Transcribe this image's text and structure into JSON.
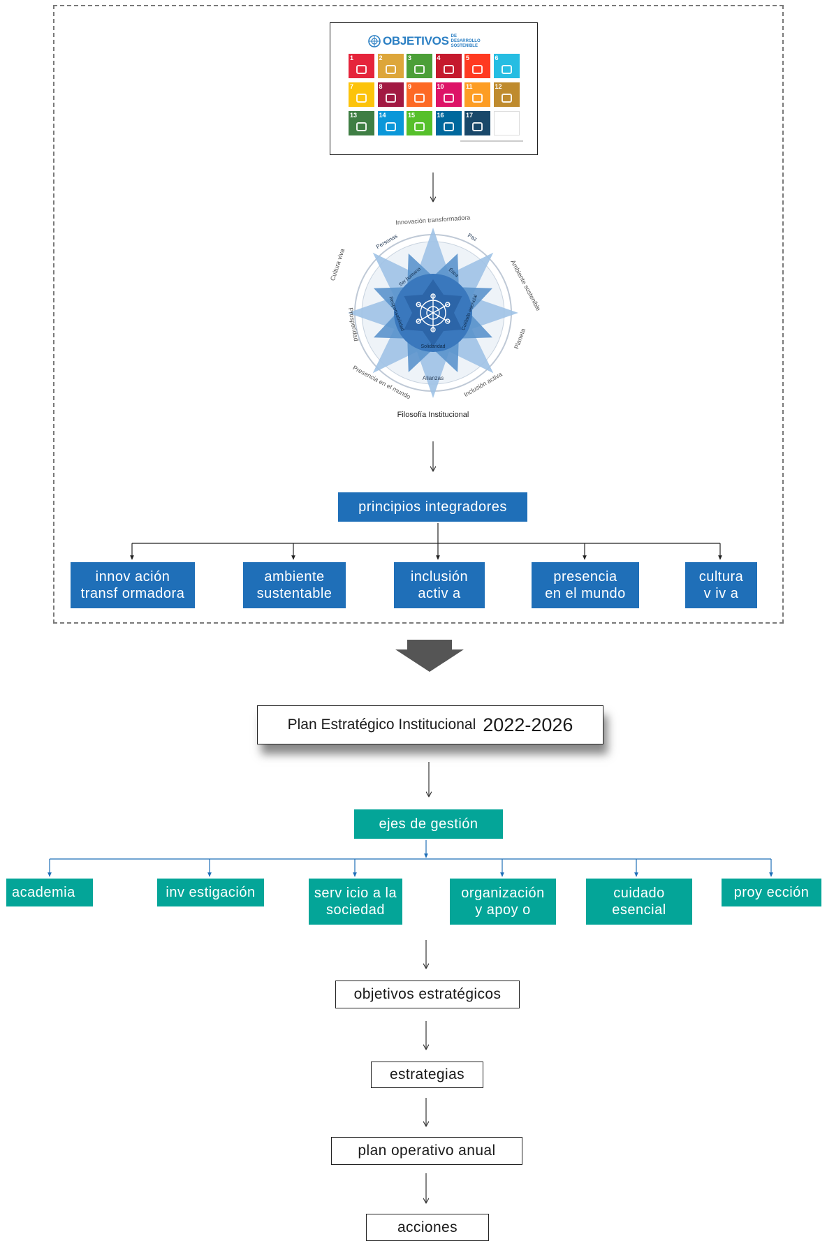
{
  "sdg_panel": {
    "title": "OBJETIVOS",
    "subtitle": "DE DESARROLLO SOSTENIBLE",
    "tiles": [
      {
        "n": "1",
        "color": "#e5243b"
      },
      {
        "n": "2",
        "color": "#dda63a"
      },
      {
        "n": "3",
        "color": "#4c9f38"
      },
      {
        "n": "4",
        "color": "#c5192d"
      },
      {
        "n": "5",
        "color": "#ff3a21"
      },
      {
        "n": "6",
        "color": "#26bde2"
      },
      {
        "n": "7",
        "color": "#fcc30b"
      },
      {
        "n": "8",
        "color": "#a21942"
      },
      {
        "n": "9",
        "color": "#fd6925"
      },
      {
        "n": "10",
        "color": "#dd1367"
      },
      {
        "n": "11",
        "color": "#fd9d24"
      },
      {
        "n": "12",
        "color": "#bf8b2e"
      },
      {
        "n": "13",
        "color": "#3f7e44"
      },
      {
        "n": "14",
        "color": "#0a97d9"
      },
      {
        "n": "15",
        "color": "#56c02b"
      },
      {
        "n": "16",
        "color": "#00689d"
      },
      {
        "n": "17",
        "color": "#19486a"
      },
      {
        "n": "",
        "color": "#ffffff"
      }
    ]
  },
  "philosophy": {
    "caption": "Filosofía Institucional",
    "ring_labels": [
      "Innovación transformadora",
      "Ambiente sostenible",
      "Planeta",
      "Inclusión activa",
      "Presencia en el mundo",
      "Prosperidad",
      "Cultura viva"
    ],
    "star_labels": [
      "Personas",
      "Paz",
      "Alianzas"
    ],
    "inner_labels": [
      "Ser humano",
      "Ética",
      "Cuidado esencial",
      "Solidaridad",
      "Responsabilidad"
    ]
  },
  "principles": {
    "title": "principios integradores",
    "items": [
      {
        "line1": "innov ación",
        "line2": "transf ormadora"
      },
      {
        "line1": "ambiente",
        "line2": "sustentable"
      },
      {
        "line1": "inclusión",
        "line2": "activ a"
      },
      {
        "line1": "presencia",
        "line2": "en el mundo"
      },
      {
        "line1": "cultura",
        "line2": "v iv a"
      }
    ]
  },
  "plan": {
    "label": "Plan Estratégico Institucional",
    "years": "2022-2026"
  },
  "axes": {
    "title": "ejes de gestión",
    "items": [
      {
        "line1": "academia",
        "line2": ""
      },
      {
        "line1": "inv estigación",
        "line2": ""
      },
      {
        "line1": "serv icio a la",
        "line2": "sociedad"
      },
      {
        "line1": "organización",
        "line2": "y apoy o"
      },
      {
        "line1": "cuidado",
        "line2": "esencial"
      },
      {
        "line1": "proy ección",
        "line2": ""
      }
    ]
  },
  "chain": {
    "objectives": "objetivos estratégicos",
    "strategies": "estrategias",
    "annual_plan": "plan operativo anual",
    "actions": "acciones"
  },
  "colors": {
    "blue": "#1f6fb8",
    "teal": "#04a598",
    "connector": "#1f6fb8",
    "big_arrow": "#555555"
  }
}
